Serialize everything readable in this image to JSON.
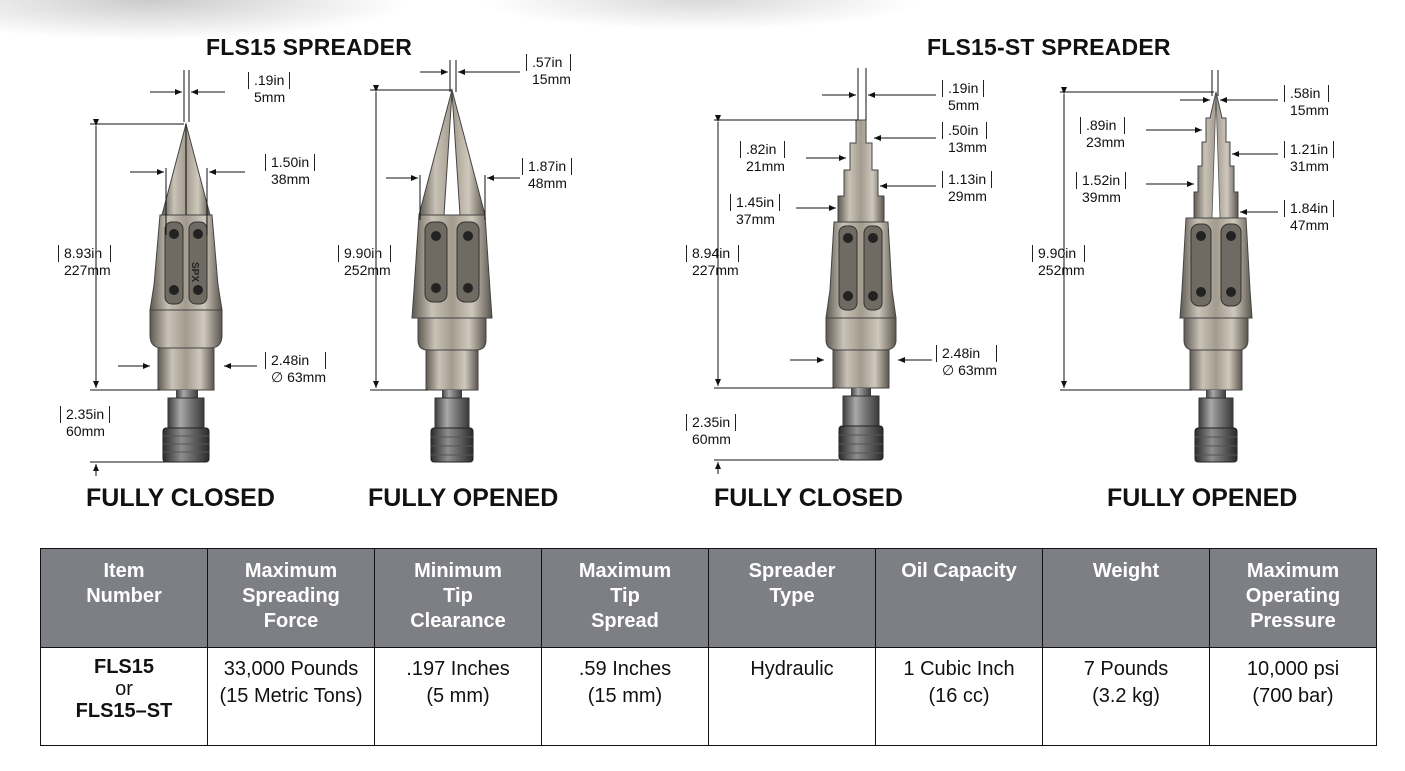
{
  "headings": {
    "fls15": "FLS15 SPREADER",
    "fls15_st": "FLS15-ST SPREADER"
  },
  "states": {
    "closed": "FULLY CLOSED",
    "opened": "FULLY OPENED"
  },
  "dims": {
    "a_tip": {
      "in": ".19in",
      "mm": "5mm"
    },
    "a_width": {
      "in": "1.50in",
      "mm": "38mm"
    },
    "a_length": {
      "in": "8.93in",
      "mm": "227mm"
    },
    "a_diameter": {
      "in": "2.48in",
      "mm": "∅ 63mm"
    },
    "a_coupler": {
      "in": "2.35in",
      "mm": "60mm"
    },
    "b_tip": {
      "in": ".57in",
      "mm": "15mm"
    },
    "b_width": {
      "in": "1.87in",
      "mm": "48mm"
    },
    "b_length": {
      "in": "9.90in",
      "mm": "252mm"
    },
    "c_tip": {
      "in": ".19in",
      "mm": "5mm"
    },
    "c_step1": {
      "in": ".50in",
      "mm": "13mm"
    },
    "c_step2": {
      "in": ".82in",
      "mm": "21mm"
    },
    "c_step3": {
      "in": "1.13in",
      "mm": "29mm"
    },
    "c_step4": {
      "in": "1.45in",
      "mm": "37mm"
    },
    "c_length": {
      "in": "8.94in",
      "mm": "227mm"
    },
    "c_diameter": {
      "in": "2.48in",
      "mm": "∅ 63mm"
    },
    "c_coupler": {
      "in": "2.35in",
      "mm": "60mm"
    },
    "d_tip": {
      "in": ".58in",
      "mm": "15mm"
    },
    "d_step1": {
      "in": ".89in",
      "mm": "23mm"
    },
    "d_step2": {
      "in": "1.21in",
      "mm": "31mm"
    },
    "d_step3": {
      "in": "1.52in",
      "mm": "39mm"
    },
    "d_step4": {
      "in": "1.84in",
      "mm": "47mm"
    },
    "d_length": {
      "in": "9.90in",
      "mm": "252mm"
    }
  },
  "tool_marking": "SPX",
  "table": {
    "headers": [
      [
        "Item",
        "Number"
      ],
      [
        "Maximum",
        "Spreading",
        "Force"
      ],
      [
        "Minimum",
        "Tip",
        "Clearance"
      ],
      [
        "Maximum",
        "Tip",
        "Spread"
      ],
      [
        "Spreader",
        "Type"
      ],
      [
        "Oil Capacity"
      ],
      [
        "Weight"
      ],
      [
        "Maximum",
        "Operating",
        "Pressure"
      ]
    ],
    "item": {
      "line1": "FLS15",
      "line2": "or",
      "line3": "FLS15–ST"
    },
    "cells": [
      [
        "33,000 Pounds",
        "(15 Metric Tons)"
      ],
      [
        ".197 Inches",
        "(5 mm)"
      ],
      [
        ".59 Inches",
        "(15 mm)"
      ],
      [
        "Hydraulic"
      ],
      [
        "1 Cubic Inch",
        "(16 cc)"
      ],
      [
        "7 Pounds",
        "(3.2 kg)"
      ],
      [
        "10,000 psi",
        "(700 bar)"
      ]
    ]
  }
}
